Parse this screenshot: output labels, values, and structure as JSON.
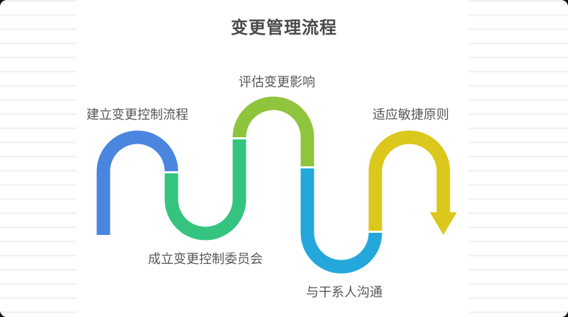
{
  "page": {
    "title": "变更管理流程"
  },
  "diagram": {
    "type": "serpentine-process-flow",
    "direction": "left-to-right, ends with downward arrow",
    "steps": [
      {
        "index": 1,
        "label": "建立变更控制流程",
        "color": "#4a86e0",
        "label_position": "above-first-hump"
      },
      {
        "index": 2,
        "label": "成立变更控制委员会",
        "color": "#35c47f",
        "label_position": "below-first-valley"
      },
      {
        "index": 3,
        "label": "评估变更影响",
        "color": "#8fc43d",
        "label_position": "above-middle-hump"
      },
      {
        "index": 4,
        "label": "与干系人沟通",
        "color": "#24a8db",
        "label_position": "below-second-valley"
      },
      {
        "index": 5,
        "label": "适应敏捷原则",
        "color": "#dcc71d",
        "label_position": "above-last-hump"
      }
    ],
    "arrow": {
      "name": "arrow-down",
      "color": "#dcc71d"
    }
  },
  "colors": {
    "card_background": "#ffffff",
    "outer_background": "#111111",
    "ruled_line": "#f2f2f2",
    "title_text": "#4a4a4a",
    "label_text": "#575757"
  }
}
